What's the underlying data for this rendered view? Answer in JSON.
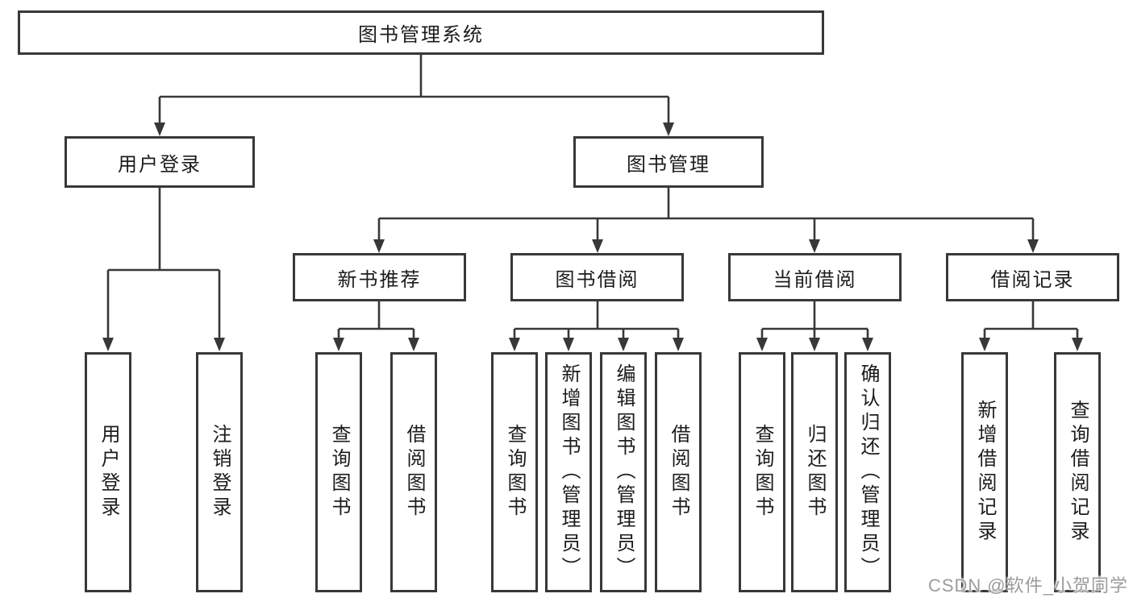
{
  "tree": {
    "root": {
      "label": "图书管理系统"
    },
    "branches": [
      {
        "label": "用户登录",
        "children": [
          {
            "label": "用户登录"
          },
          {
            "label": "注销登录"
          }
        ]
      },
      {
        "label": "图书管理",
        "children": [
          {
            "label": "新书推荐",
            "children": [
              {
                "label": "查询图书"
              },
              {
                "label": "借阅图书"
              }
            ]
          },
          {
            "label": "图书借阅",
            "children": [
              {
                "label": "查询图书"
              },
              {
                "label": "新增图书（管理员）"
              },
              {
                "label": "编辑图书（管理员）"
              },
              {
                "label": "借阅图书"
              }
            ]
          },
          {
            "label": "当前借阅",
            "children": [
              {
                "label": "查询图书"
              },
              {
                "label": "归还图书"
              },
              {
                "label": "确认归还（管理员）"
              }
            ]
          },
          {
            "label": "借阅记录",
            "children": [
              {
                "label": "新增借阅记录"
              },
              {
                "label": "查询借阅记录"
              }
            ]
          }
        ]
      }
    ]
  },
  "watermark": {
    "text": "CSDN @软件_小贺同学"
  },
  "colors": {
    "line": "#383838",
    "box_border": "#383838",
    "box_fill": "#ffffff",
    "text": "#1c1c1c",
    "watermark": "#9c9c9c",
    "background": "#ffffff"
  }
}
